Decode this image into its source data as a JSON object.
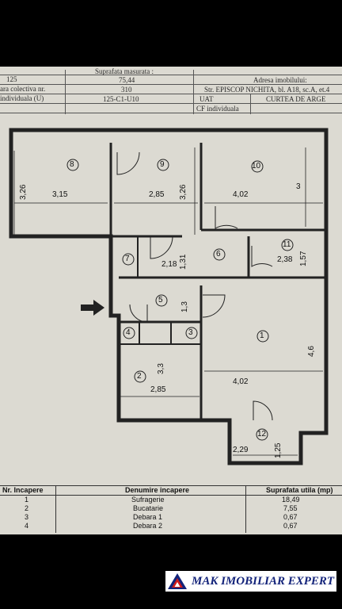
{
  "header": {
    "rows": [
      {
        "left_key": "125",
        "mid": "Suprafata masurata :",
        "right": ""
      },
      {
        "left_key": "ara colectiva nr.",
        "mid": "75,44",
        "right": "Adresa imobilului:"
      },
      {
        "left_key": "",
        "mid": "310",
        "right": "Str. EPISCOP NICHITA, bl. A18, sc.A, et.4"
      },
      {
        "left_key": "individuala (U)",
        "mid": "125-C1-U10",
        "right_key": "UAT",
        "right": "CURTEA DE ARGE"
      },
      {
        "left_key": "",
        "mid": "",
        "right_key": "CF individuala",
        "right": ""
      }
    ]
  },
  "plan": {
    "rooms": [
      {
        "id": "8",
        "w": "3,15",
        "h": "3,26"
      },
      {
        "id": "9",
        "w": "2,85",
        "h": "3,26"
      },
      {
        "id": "10",
        "w": "4,02",
        "h": "3"
      },
      {
        "id": "7",
        "w": "",
        "h": ""
      },
      {
        "id": "6",
        "w": "2,18",
        "h": "1,31"
      },
      {
        "id": "11",
        "w": "2,38",
        "h": "1,57"
      },
      {
        "id": "5",
        "w": "",
        "h": "1,3"
      },
      {
        "id": "4",
        "w": "",
        "h": ""
      },
      {
        "id": "3",
        "w": "",
        "h": ""
      },
      {
        "id": "1",
        "w": "4,02",
        "h": "4,6"
      },
      {
        "id": "2",
        "w": "2,85",
        "h": "3,3"
      },
      {
        "id": "12",
        "w": "2,29",
        "h": "1,25"
      }
    ]
  },
  "table": {
    "headers": [
      "Nr. Incapere",
      "Denumire incapere",
      "Suprafata utila (mp)"
    ],
    "rows": [
      [
        "1",
        "Sufragerie",
        "18,49"
      ],
      [
        "2",
        "Bucatarie",
        "7,55"
      ],
      [
        "3",
        "Debara 1",
        "0,67"
      ],
      [
        "4",
        "Debara 2",
        "0,67"
      ]
    ]
  },
  "banner": {
    "text": "MAK IMOBILIAR EXPERT"
  },
  "colors": {
    "paper": "#dcdad2",
    "ink": "#111111",
    "brand": "#13237a",
    "accent_red": "#d21a1a"
  }
}
